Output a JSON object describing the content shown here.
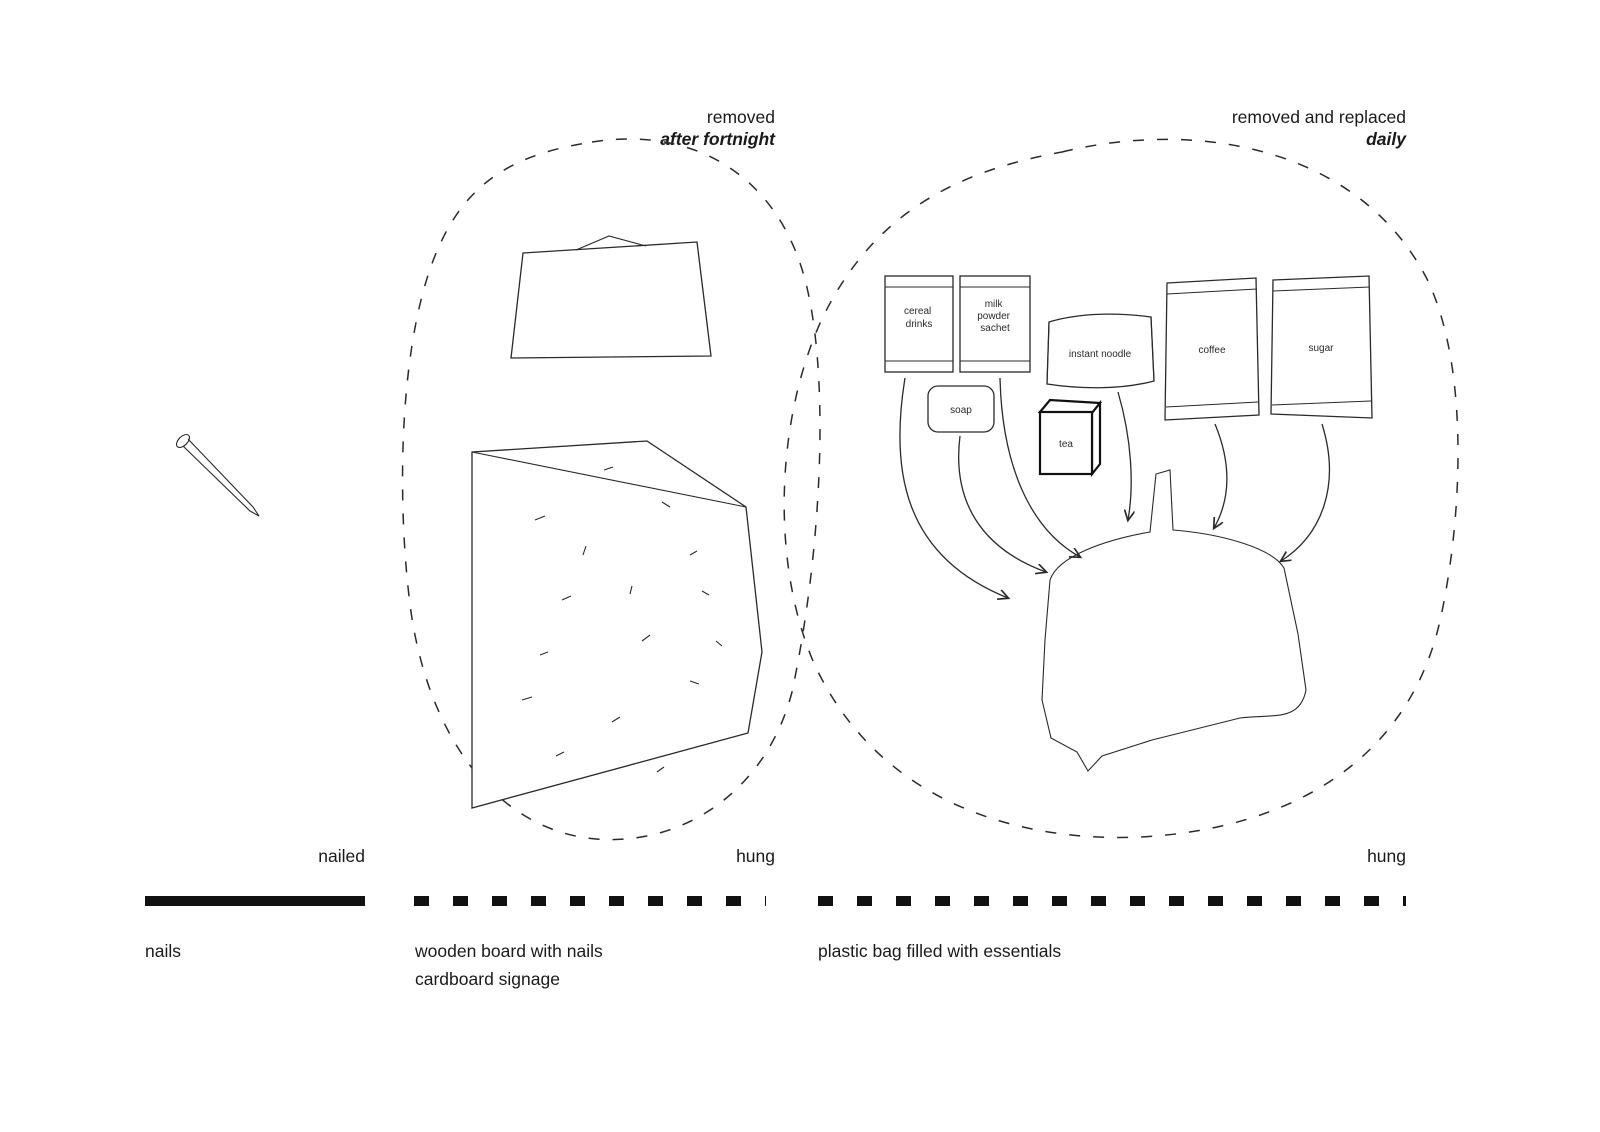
{
  "annotations": {
    "fortnight": {
      "line1": "removed",
      "line2": "after fortnight"
    },
    "daily": {
      "line1": "removed and replaced",
      "line2": "daily"
    }
  },
  "packets": {
    "cereal": [
      "cereal",
      "drinks"
    ],
    "milk": [
      "milk",
      "powder",
      "sachet"
    ],
    "noodle": "instant noodle",
    "coffee": "coffee",
    "sugar": "sugar",
    "soap": "soap",
    "tea": "tea"
  },
  "axis": {
    "nailed": "nailed",
    "hung_board": "hung",
    "hung_bag": "hung"
  },
  "legend": {
    "nails": "nails",
    "board_line1": "wooden board with nails",
    "board_line2": "cardboard signage",
    "bag": "plastic bag filled with essentials"
  },
  "colors": {
    "ink": "#1a1a1a",
    "background": "#ffffff"
  }
}
